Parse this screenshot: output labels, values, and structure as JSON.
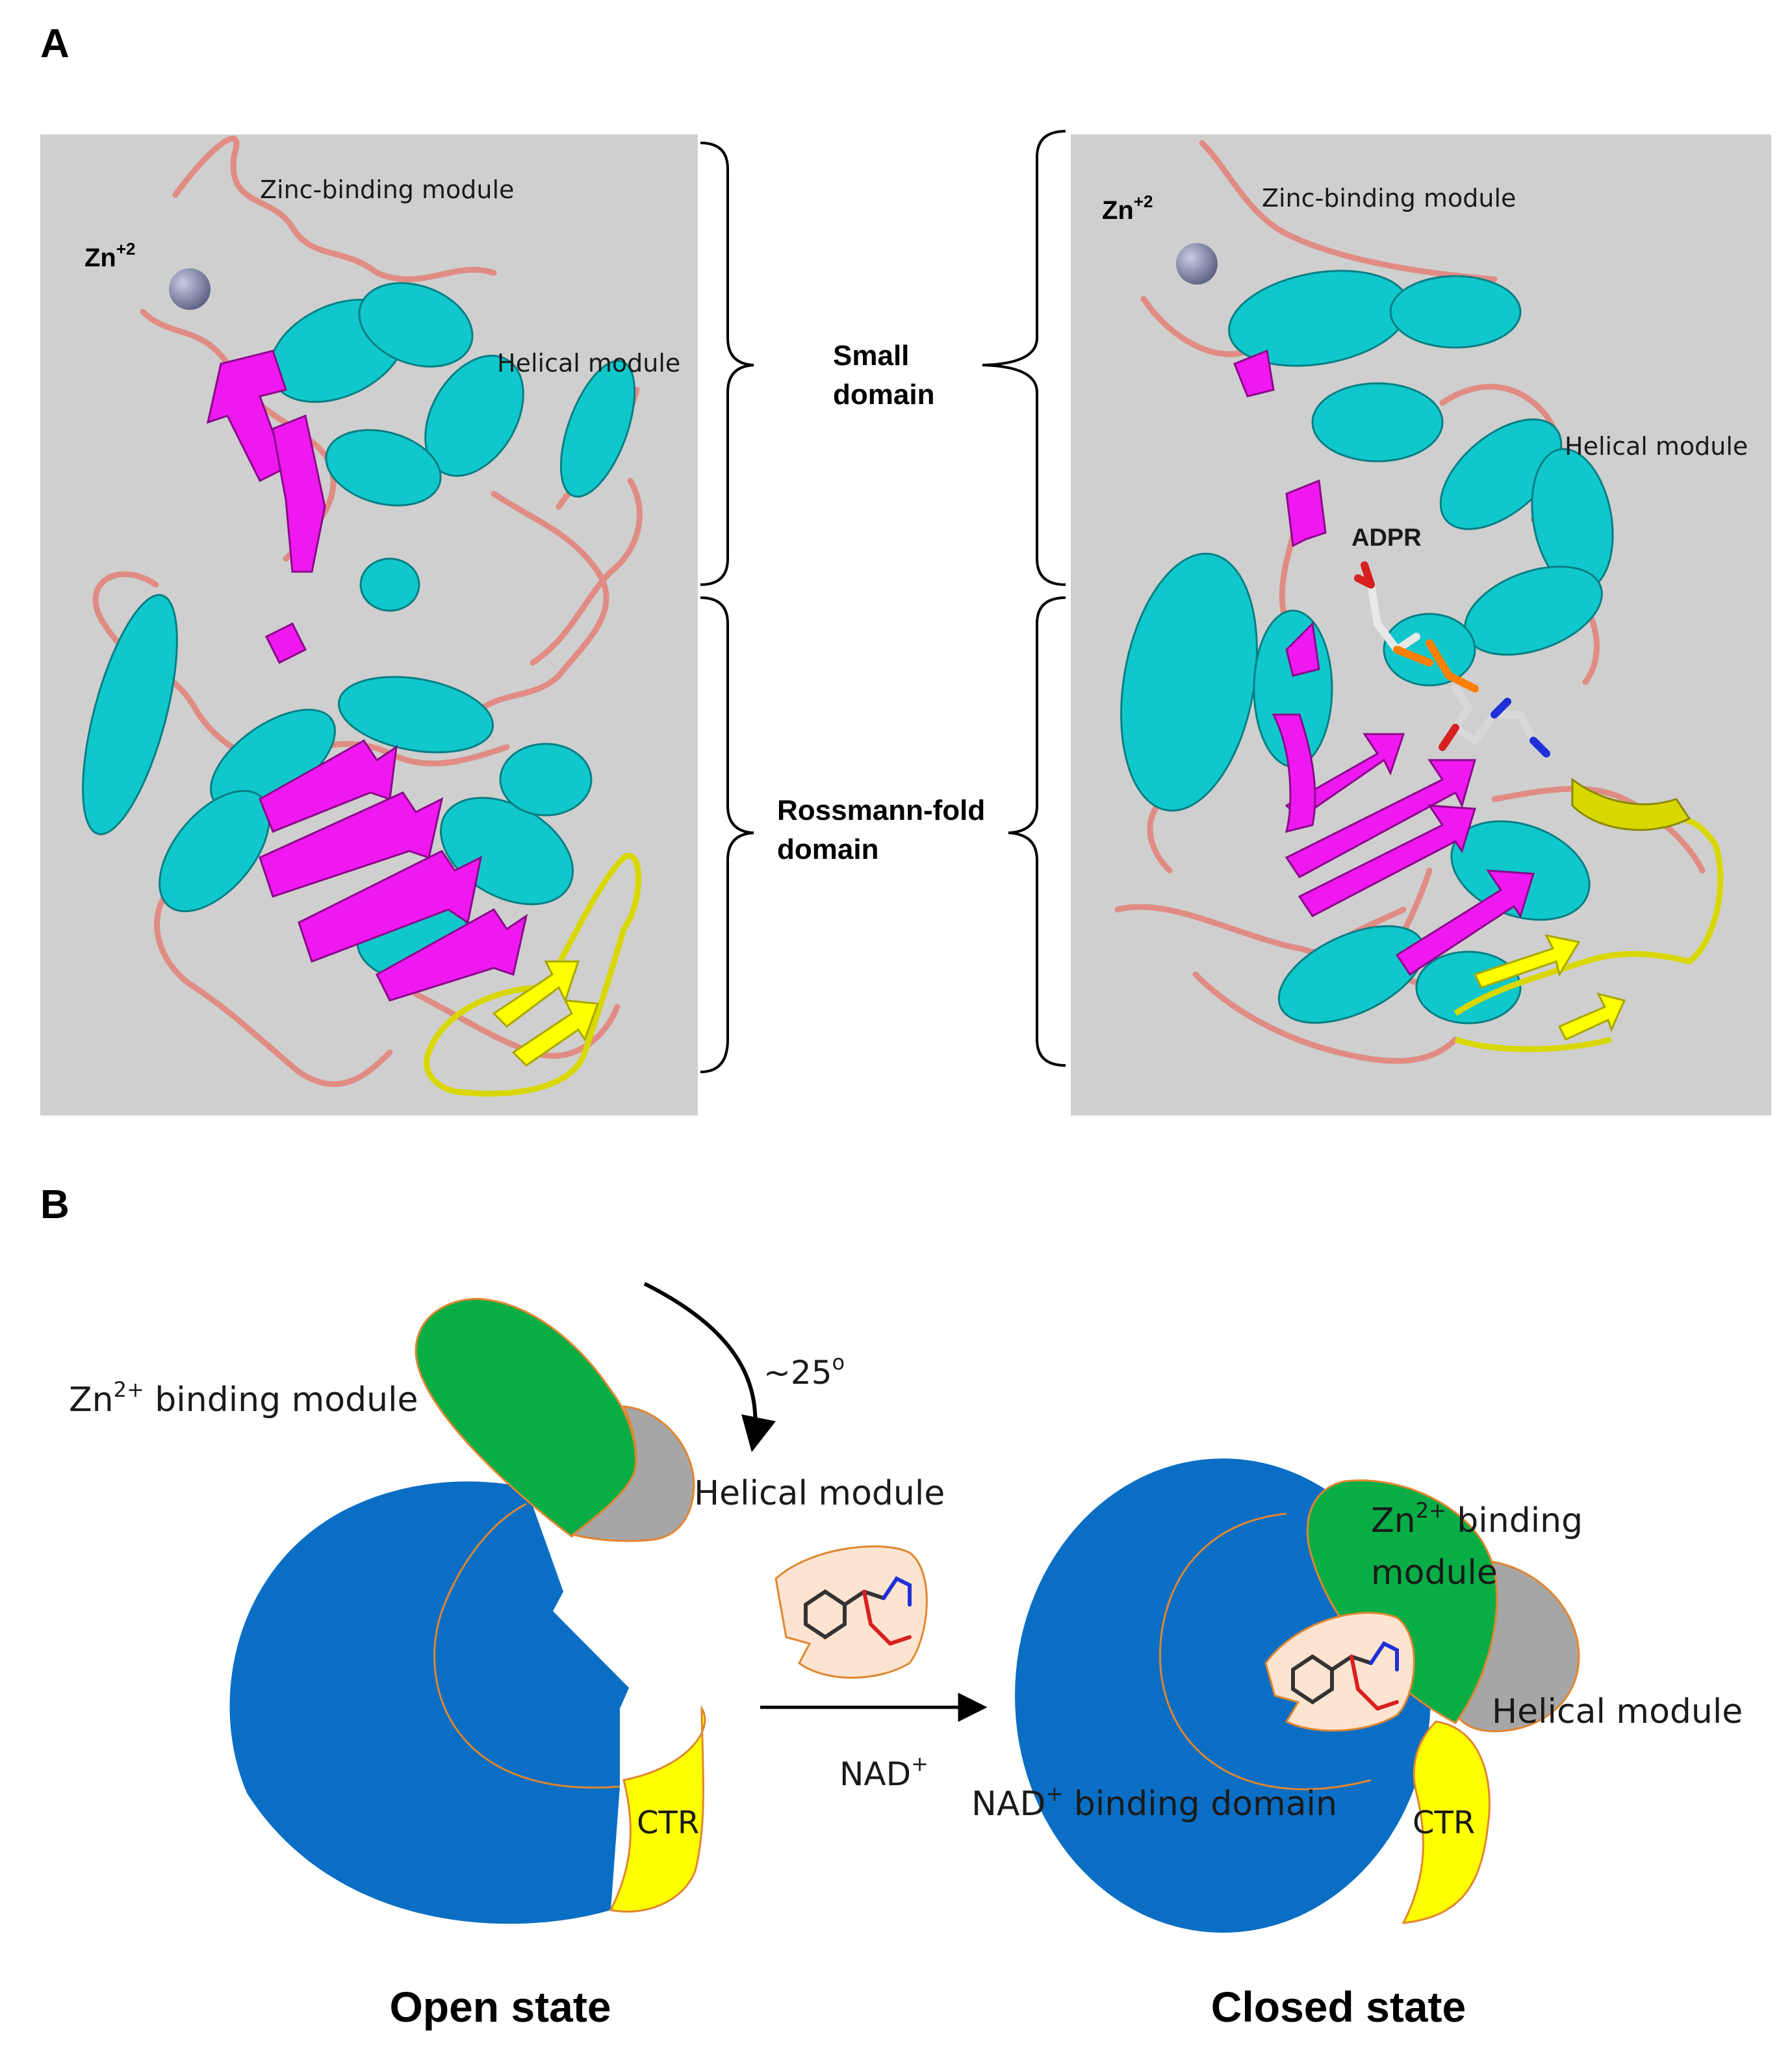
{
  "panel_a": {
    "letter": "A",
    "left": {
      "zn_base": "Zn",
      "zn_sup": "+2",
      "zinc_module": "Zinc-binding module",
      "helical_module": "Helical module"
    },
    "right": {
      "zn_base": "Zn",
      "zn_sup": "+2",
      "zinc_module": "Zinc-binding module",
      "helical_module": "Helical module",
      "adpr": "ADPR"
    },
    "small_domain": [
      "Small",
      "domain"
    ],
    "rossmann_domain": [
      "Rossmann-fold",
      "domain"
    ]
  },
  "panel_b": {
    "letter": "B",
    "rotation": {
      "base": "~25",
      "sup": "o"
    },
    "open": {
      "zn_base": "Zn",
      "zn_sup": "2+",
      "zn_rest": " binding module",
      "helical": "Helical module",
      "ctr": "CTR",
      "state": "Open state"
    },
    "closed": {
      "zn_base": "Zn",
      "zn_sup": "2+",
      "zn_rest": " binding",
      "zn_line2": "module",
      "helical": "Helical module",
      "ctr": "CTR",
      "nad_base": "NAD",
      "nad_sup": "+",
      "nad_rest": " binding domain",
      "state": "Closed state"
    },
    "ligand": {
      "base": "NAD",
      "sup": "+"
    }
  },
  "colors": {
    "panel_bg": "#cfcfcf",
    "helix": "#10c8cc",
    "strand": "#f018f0",
    "loop": "#e08c84",
    "ctr_yellow": "#ffff00",
    "zn_sphere": "#7c7f9c",
    "rossmann_blue": "#0a6ec4",
    "zinc_green": "#08ad45",
    "helical_gray": "#a6a6a6",
    "ligand_peach": "#fde4d0",
    "outline_orange": "#e0862f"
  }
}
